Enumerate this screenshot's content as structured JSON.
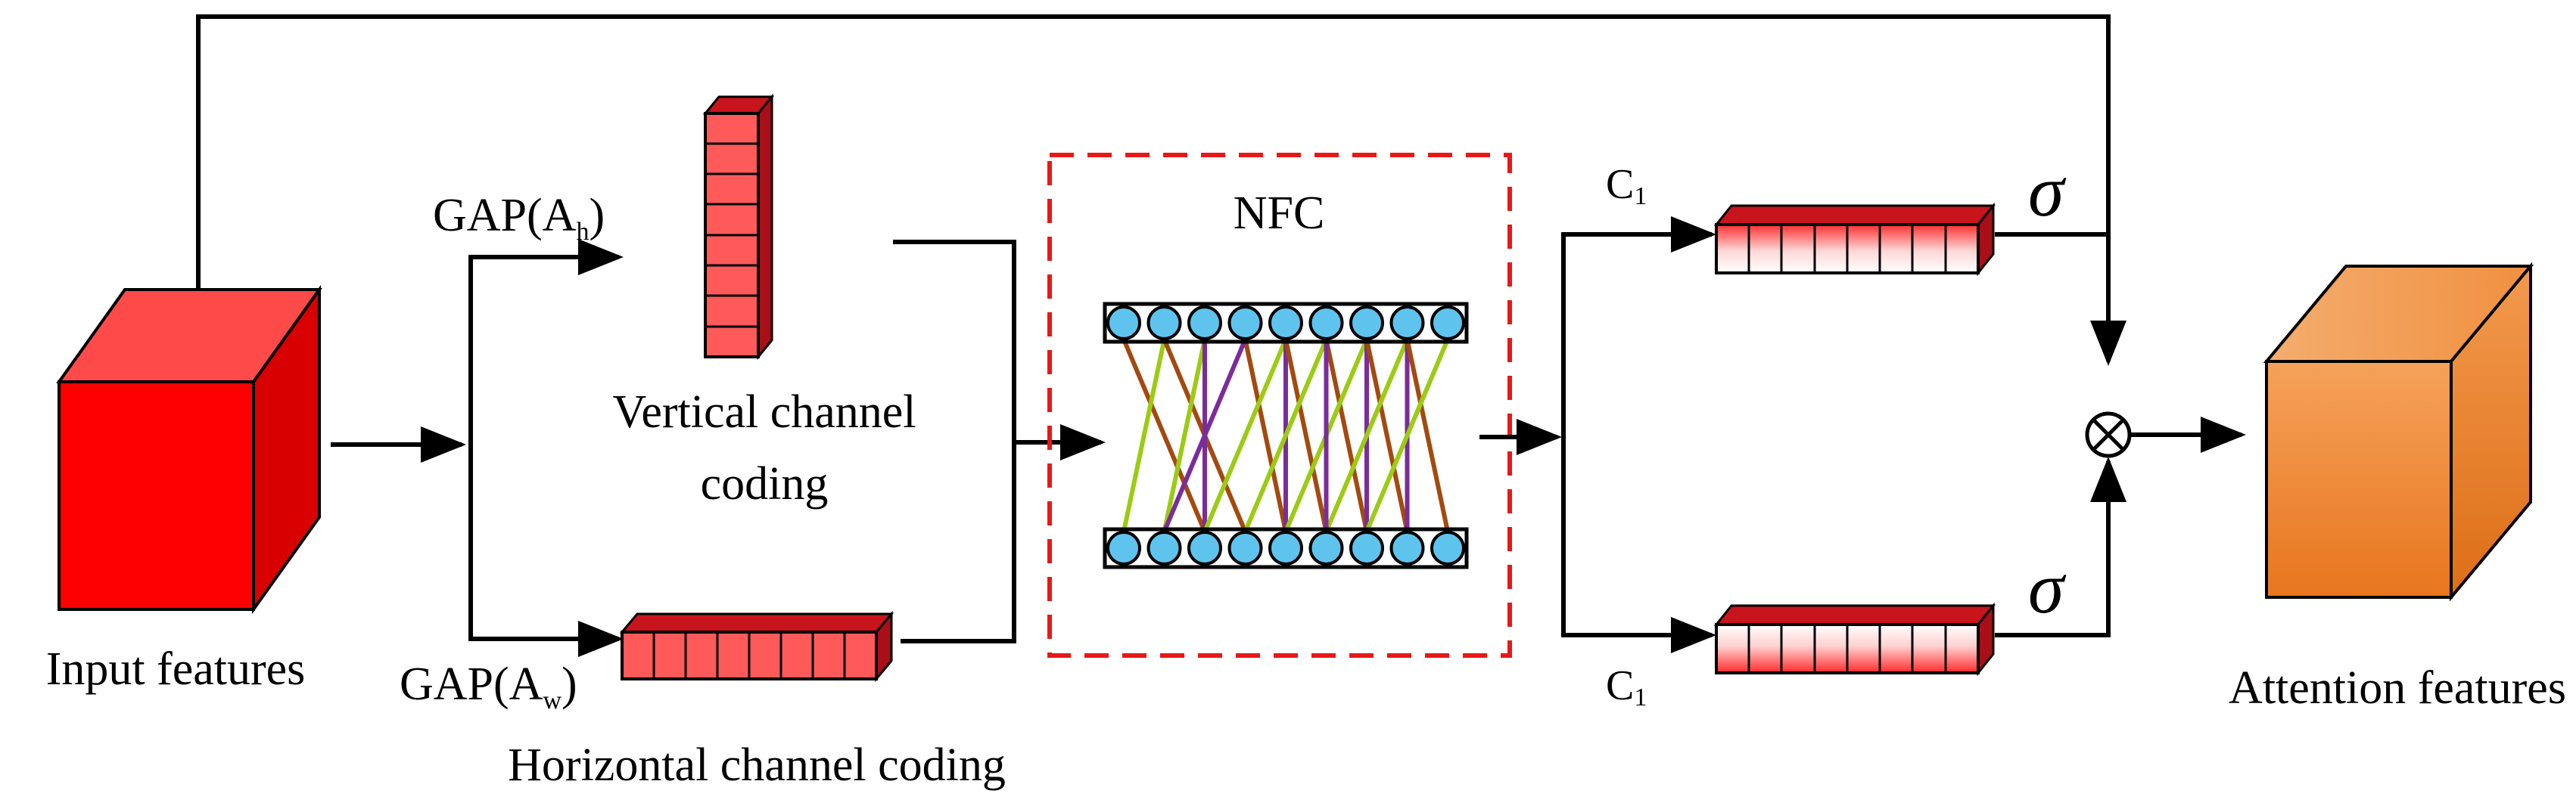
{
  "colors": {
    "input_cube": "#ff0000",
    "output_cube": "#f0872a",
    "vector_cell": "#ff5a5a",
    "vector_dark": "#b0141c",
    "nfc_border": "#e81818",
    "neuron": "#5ec4ee",
    "link_brown": "#a34a10",
    "link_green": "#9ccb14",
    "link_purple": "#7a2d9a"
  },
  "input": {
    "label": "Input features"
  },
  "output": {
    "label": "Attention features"
  },
  "gap_h": {
    "text": "GAP(A",
    "sub": "h",
    "close": ")"
  },
  "gap_w": {
    "text": "GAP(A",
    "sub": "w",
    "close": ")"
  },
  "vertical": {
    "line1": "Vertical channel",
    "line2": "coding"
  },
  "horizontal": {
    "label": "Horizontal channel coding"
  },
  "nfc": {
    "label": "NFC"
  },
  "conv_top": {
    "text": "C",
    "sub": "1"
  },
  "conv_bottom": {
    "text": "C",
    "sub": "1"
  },
  "sigma_top": "σ",
  "sigma_bottom": "σ",
  "multiply_icon": "circled-times-icon"
}
